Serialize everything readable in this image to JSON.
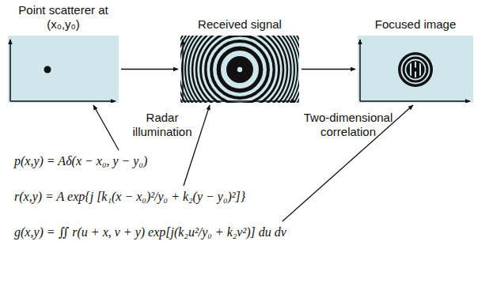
{
  "diagram": {
    "nodes": [
      {
        "text": [
          "Point scatterer at (x₀,y₀)"
        ]
      },
      {
        "text": [
          "Received signal"
        ]
      },
      {
        "text": [
          "Focused image"
        ]
      }
    ],
    "edges": [
      {
        "from": 0,
        "to": 1,
        "arrow": "to",
        "label": "Radar illumination"
      },
      {
        "from": 1,
        "to": 2,
        "arrow": "to",
        "label": "Two-dimensional correlation"
      }
    ],
    "labels": [
      "p(x,y) = Aδ(x − x₀, y − y₀)",
      "r(x,y) = A exp{j [k₁(x − x₀)²/y₀ + k₂(y − y₀)²]}",
      "g(x,y) = ∬ r(u + x, v + y) exp[j(k₂u²/y₀ + k₂v²)] du dv"
    ]
  }
}
